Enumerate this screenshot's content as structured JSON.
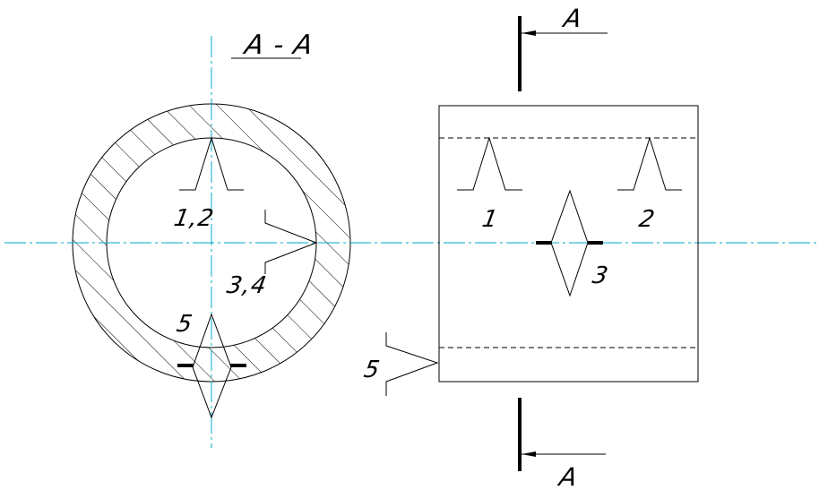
{
  "section_title": "A - A",
  "cut_label_top": "A",
  "cut_label_bottom": "A",
  "ring_labels": {
    "top_weld": "1,2",
    "right_weld": "3,4",
    "bottom_weld": "5"
  },
  "side_labels": {
    "weld_1": "1",
    "weld_2": "2",
    "weld_3": "3",
    "weld_5": "5"
  },
  "colors": {
    "axis": "#00a8c8",
    "line": "#000000"
  }
}
